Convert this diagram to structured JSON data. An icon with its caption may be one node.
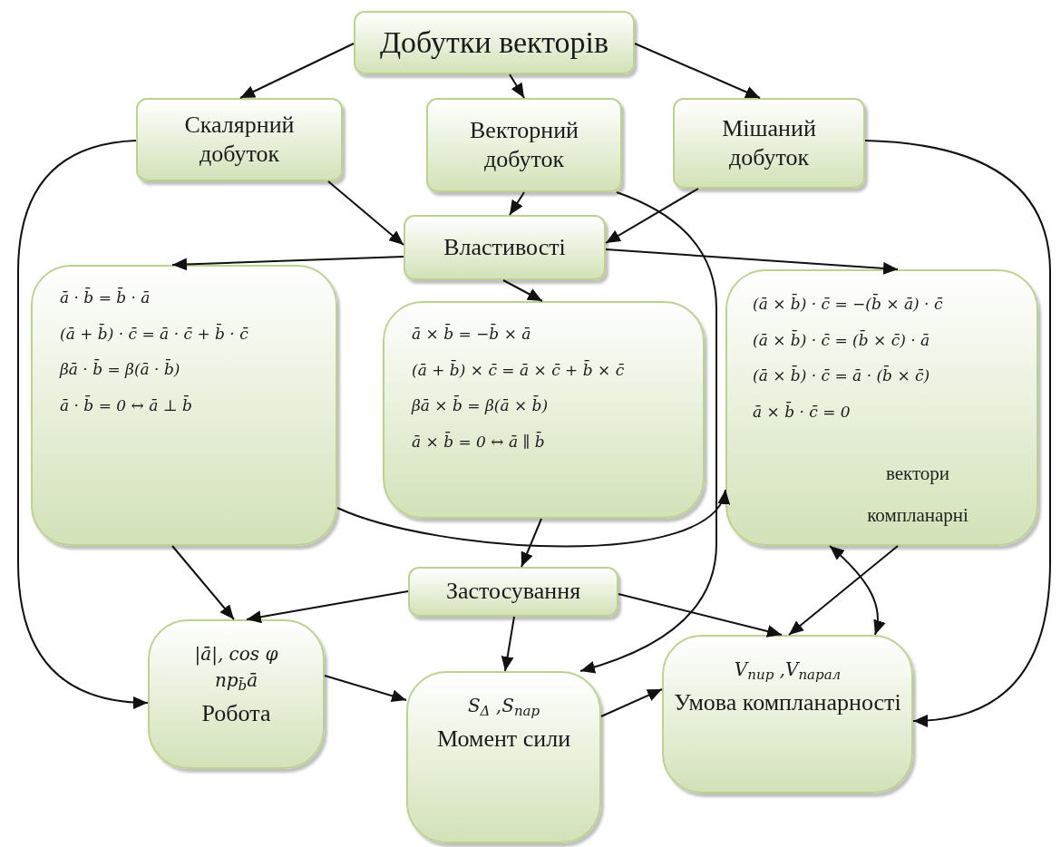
{
  "diagram": {
    "nodes": [
      {
        "text": [
          "Добутки векторів"
        ]
      },
      {
        "text": [
          "Скалярний добуток"
        ]
      },
      {
        "text": [
          "Векторний добуток"
        ]
      },
      {
        "text": [
          "Мішаний добуток"
        ]
      },
      {
        "text": [
          "Властивості"
        ]
      },
      {
        "text": [
          "ā · b̄ = b̄ · ā",
          "(ā + b̄) · c̄ = ā · c̄ + b̄ · c̄",
          "βā · b̄ = β(ā · b̄)",
          "ā · b̄ = 0 ↔ ā ⊥ b̄"
        ]
      },
      {
        "text": [
          "ā × b̄ = −b̄ × ā",
          "(ā + b̄) × c̄ = ā × c̄ + b̄ × c̄",
          "βā × b̄ = β(ā × b̄)",
          "ā × b̄ = 0 ↔ ā ∥ b̄"
        ]
      },
      {
        "text": [
          "(ā × b̄) · c̄ = −(b̄ × ā) · c̄",
          "(ā × b̄) · c̄ = (b̄ × c̄) · ā",
          "(ā × b̄) · c̄ = ā · (b̄ × c̄)",
          "ā × b̄ · c̄ = 0",
          "вектори компланарні"
        ]
      },
      {
        "text": [
          "Застосування"
        ]
      },
      {
        "text": [
          "|ā|, cos φ",
          "пр$_{b̄}$ā",
          "Робота"
        ]
      },
      {
        "text": [
          "S$_{Δ}$ ,S$_{пар}$",
          "Момент сили"
        ]
      },
      {
        "text": [
          "V$_{пир}$ ,V$_{парал}$",
          "Умова компланарності"
        ]
      }
    ],
    "edges": [
      {
        "from": 0,
        "to": 1,
        "arrow": "to"
      },
      {
        "from": 0,
        "to": 2,
        "arrow": "to"
      },
      {
        "from": 0,
        "to": 3,
        "arrow": "to"
      },
      {
        "from": 1,
        "to": 4,
        "arrow": "to"
      },
      {
        "from": 2,
        "to": 4,
        "arrow": "to"
      },
      {
        "from": 3,
        "to": 4,
        "arrow": "to"
      },
      {
        "from": 4,
        "to": 5,
        "arrow": "to"
      },
      {
        "from": 4,
        "to": 6,
        "arrow": "to"
      },
      {
        "from": 4,
        "to": 7,
        "arrow": "to"
      },
      {
        "from": 6,
        "to": 8,
        "arrow": "to"
      },
      {
        "from": 5,
        "to": 9,
        "arrow": "to"
      },
      {
        "from": 7,
        "to": 11,
        "arrow": "to"
      },
      {
        "from": 8,
        "to": 9,
        "arrow": "to"
      },
      {
        "from": 8,
        "to": 10,
        "arrow": "to"
      },
      {
        "from": 8,
        "to": 11,
        "arrow": "to"
      },
      {
        "from": 1,
        "to": 9,
        "arrow": "to"
      },
      {
        "from": 3,
        "to": 11,
        "arrow": "to"
      },
      {
        "from": 2,
        "to": 10,
        "arrow": "to"
      },
      {
        "from": 5,
        "to": 7,
        "arrow": "to"
      },
      {
        "from": 7,
        "to": 11,
        "arrow": "both"
      },
      {
        "from": 9,
        "to": 10,
        "arrow": "to"
      },
      {
        "from": 10,
        "to": 11,
        "arrow": "to"
      }
    ]
  }
}
